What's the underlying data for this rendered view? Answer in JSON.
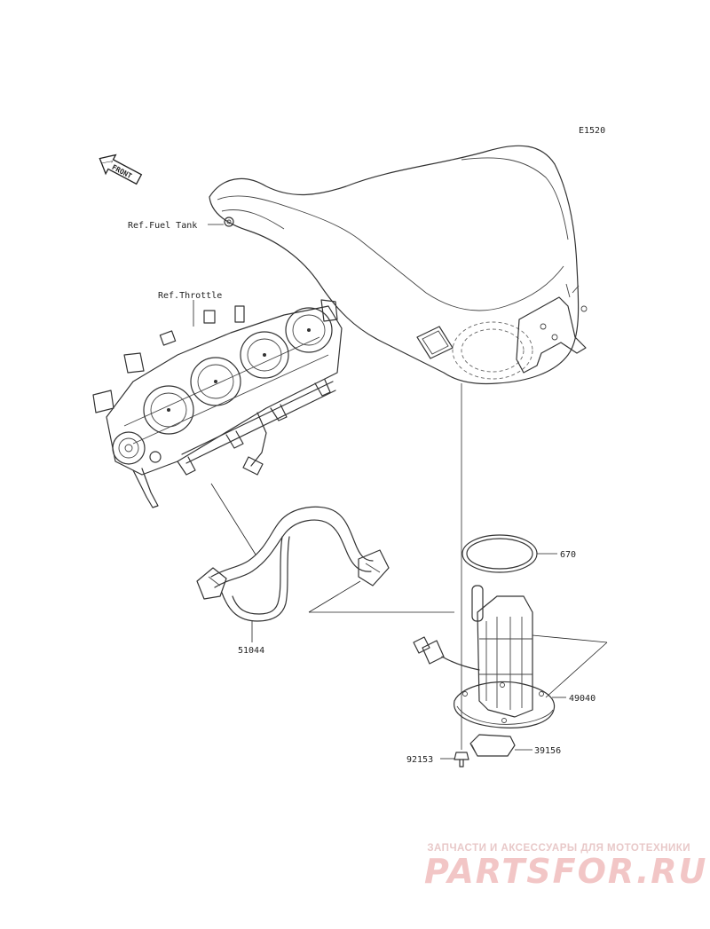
{
  "diagram": {
    "code": "E1520",
    "front_label": "FRONT",
    "references": {
      "fuel_tank": "Ref.Fuel Tank",
      "throttle": "Ref.Throttle"
    },
    "parts": {
      "o_ring": "670",
      "fuel_hose": "51044",
      "fuel_pump": "49040",
      "bolt": "92153",
      "pad": "39156"
    }
  },
  "watermark": {
    "tagline": "ЗАПЧАСТИ И АКСЕССУАРЫ ДЛЯ МОТОТЕХНИКИ",
    "logo": "PARTSFOR.RU"
  }
}
